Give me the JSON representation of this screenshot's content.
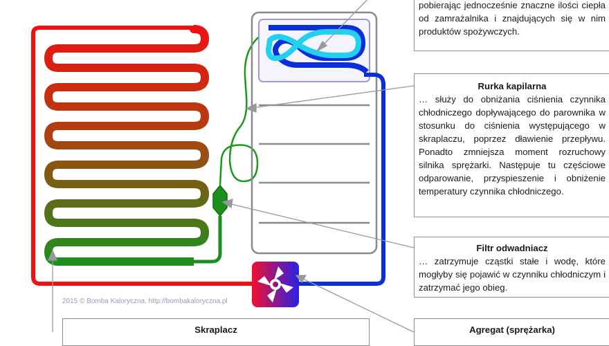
{
  "colors": {
    "condenser_hot": "#ee1111",
    "condenser_cool": "#1e8f1e",
    "capillary_green": "#1a9a1a",
    "suction_blue": "#0a2fd8",
    "evaporator_cyan": "#22d0f0",
    "fridge_outline": "#8a8a8a",
    "compressor_red": "#f01030",
    "compressor_blue": "#2a20e8"
  },
  "labels": {
    "evaporator": {
      "body": "intensywnie wrze i zamienia się w gaz, pobierając jednocześnie znaczne ilości ciepła od zamrażalnika i znajdujących się w nim produktów spożywczych."
    },
    "capillary": {
      "title": "Rurka kapilarna",
      "body": "… służy do obniżania ciśnienia czynnika chłodniczego dopływającego do parownika w stosunku do ciśnienia występującego w skraplaczu, poprzez dławienie przepływu. Ponadto zmniejsza moment rozruchowy silnika sprężarki. Następuje tu częściowe odparowanie, przyspieszenie i obniżenie temperatury czynnika chłodniczego."
    },
    "filter": {
      "title": "Filtr odwadniacz",
      "body": "… zatrzymuje cząstki stałe i wodę, które mogłyby się pojawić w czynniku chłodniczym i zatrzymać jego obieg."
    },
    "condenser": {
      "title": "Skraplacz"
    },
    "compressor": {
      "title": "Agregat (sprężarka)"
    }
  },
  "copyright": "2015 © Bomba Kaloryczna. http://bombakaloryczna.pl"
}
